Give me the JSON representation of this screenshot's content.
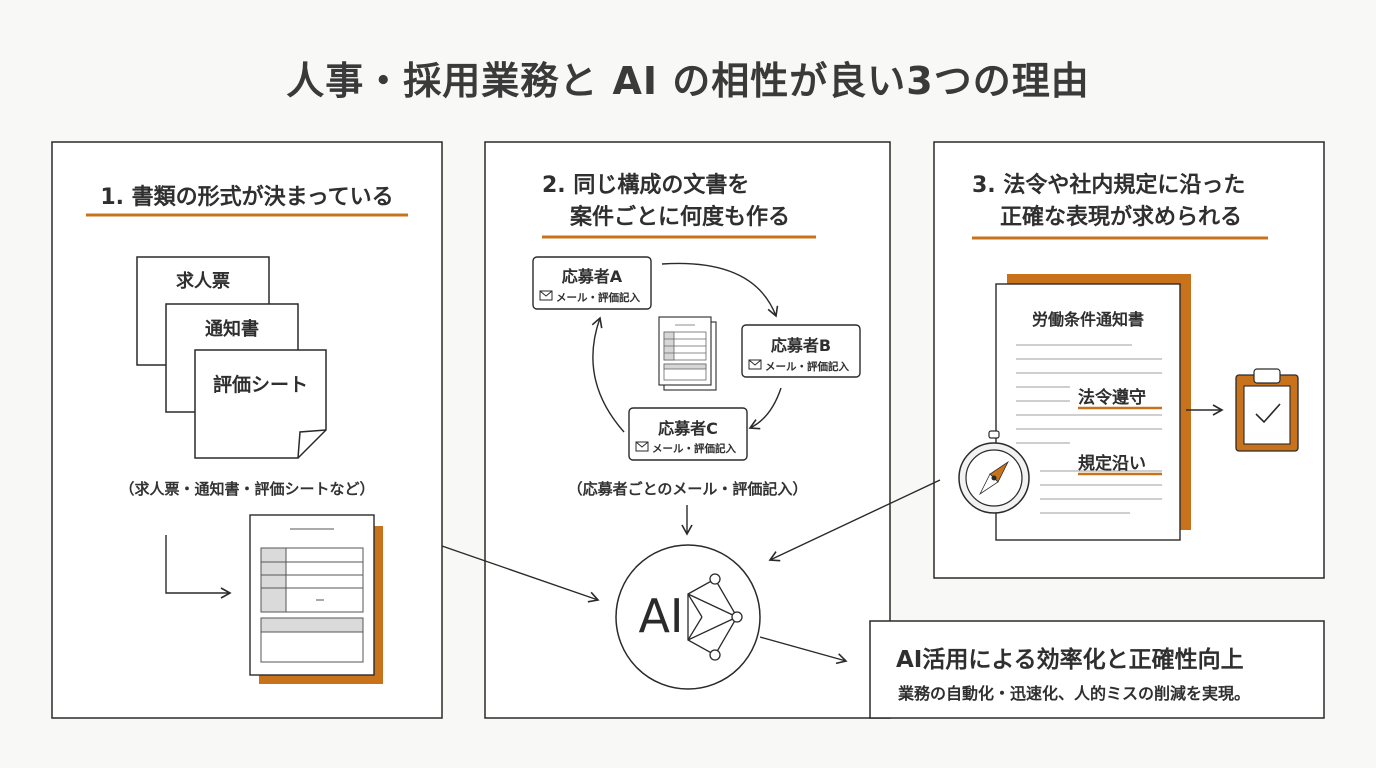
{
  "title": "人事・採用業務と AI の相性が良い3つの理由",
  "panel1": {
    "heading": "1. 書類の形式が決まっている",
    "docs": [
      "求人票",
      "通知書",
      "評価シート"
    ],
    "note": "（求人票・通知書・評価シートなど）"
  },
  "panel2": {
    "heading_line1": "2. 同じ構成の文書を",
    "heading_line2": "案件ごとに何度も作る",
    "applicants": [
      {
        "name": "応募者A",
        "detail": "メール・評価記入"
      },
      {
        "name": "応募者B",
        "detail": "メール・評価記入"
      },
      {
        "name": "応募者C",
        "detail": "メール・評価記入"
      }
    ],
    "note": "（応募者ごとのメール・評価記入）"
  },
  "panel3": {
    "heading_line1": "3. 法令や社内規定に沿った",
    "heading_line2": "正確な表現が求められる",
    "doc_title": "労働条件通知書",
    "tag1": "法令遵守",
    "tag2": "規定沿い"
  },
  "ai": {
    "label": "AI"
  },
  "result": {
    "title": "AI活用による効率化と正確性向上",
    "subtitle": "業務の自動化・迅速化、人的ミスの削減を実現。"
  },
  "colors": {
    "accent": "#c8731c",
    "stroke": "#2a2a2a",
    "rule": "#cfcfcf",
    "panel_bg": "#ffffff"
  },
  "icons": [
    "mail-icon",
    "compass-icon",
    "clipboard-check-icon",
    "network-icon"
  ]
}
